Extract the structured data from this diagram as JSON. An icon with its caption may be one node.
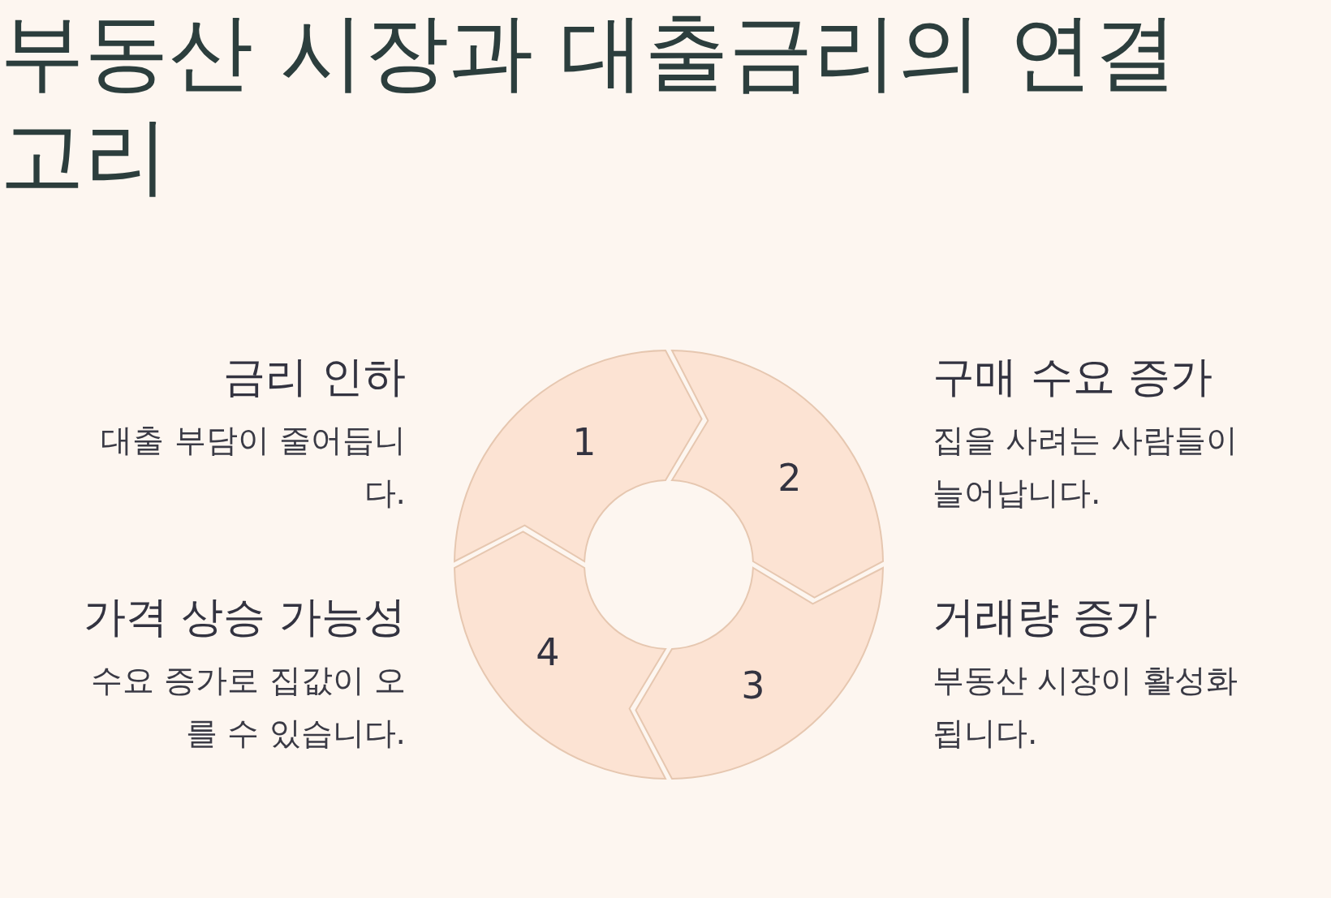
{
  "diagram": {
    "title": "부동산 시장과 대출금리의 연결고리",
    "nodes": [
      {
        "text": [
          "금리 인하",
          "대출 부담이 줄어듭니다."
        ]
      },
      {
        "text": [
          "구매 수요 증가",
          "집을 사려는 사람들이 늘어납니다."
        ]
      },
      {
        "text": [
          "가격 상승 가능성",
          "수요 증가로 집값이 오를 수 있습니다."
        ]
      },
      {
        "text": [
          "거래량 증가",
          "부동산 시장이 활성화됩니다."
        ]
      },
      {
        "text": [
          "1"
        ]
      },
      {
        "text": [
          "2"
        ]
      },
      {
        "text": [
          "3"
        ]
      },
      {
        "text": [
          "4"
        ]
      }
    ]
  }
}
